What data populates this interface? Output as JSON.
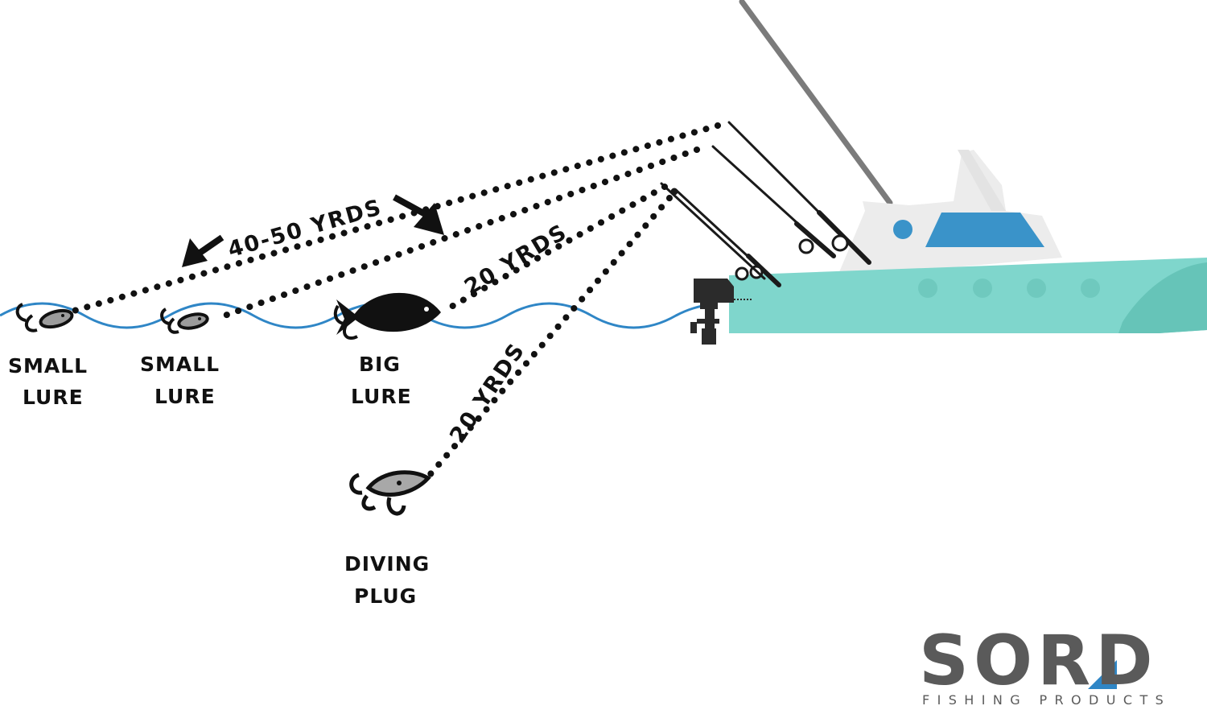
{
  "labels": {
    "small_lure_1": [
      "SMALL",
      "LURE"
    ],
    "small_lure_2": [
      "SMALL",
      "LURE"
    ],
    "big_lure": [
      "BIG",
      "LURE"
    ],
    "diving_plug": [
      "DIVING",
      "PLUG"
    ]
  },
  "distances": {
    "long": "40-50 YRDS",
    "mid": "20 YRDS",
    "deep": "20 YRDS"
  },
  "logo": {
    "word": "SORD",
    "tagline": "FISHING PRODUCTS"
  },
  "colors": {
    "water": "#2f86c6",
    "hull": "#7fd6cc",
    "hull_shadow": "#66c4b8",
    "cabin": "#ececec",
    "window": "#3a93c9",
    "outrigger": "#7b7b7b",
    "logo": "#5a5a5a",
    "logo_accent": "#2f86c6"
  }
}
